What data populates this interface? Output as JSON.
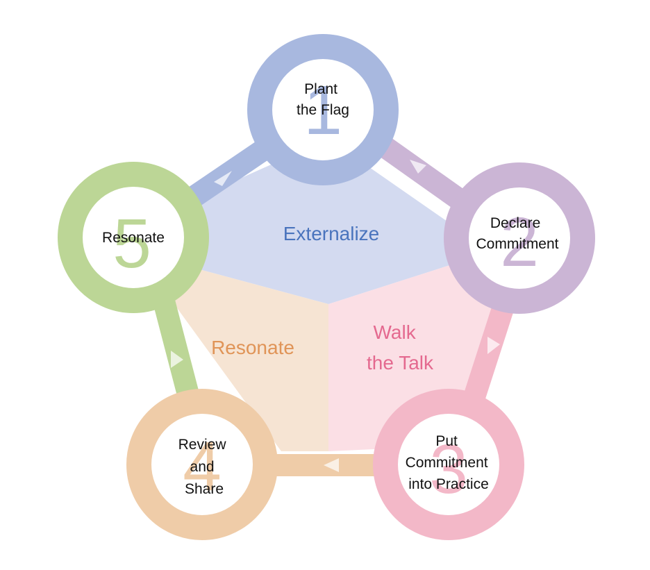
{
  "colors": {
    "blue": "#a8b8df",
    "purple": "#cbb5d5",
    "pink": "#f3b8c8",
    "orange": "#efcca8",
    "green": "#bcd696",
    "region_blue_fill": "#d3daf0",
    "region_pink_fill": "#fbdfe5",
    "region_orange_fill": "#f6e4d3",
    "text_blue": "#4a74bd",
    "text_pink": "#e4698f",
    "text_orange": "#e09457"
  },
  "steps": [
    {
      "number": "1",
      "lines": [
        "Plant",
        "the Flag"
      ],
      "color": "blue"
    },
    {
      "number": "2",
      "lines": [
        "Declare",
        "Commitment"
      ],
      "color": "purple"
    },
    {
      "number": "3",
      "lines": [
        "Put",
        "Commitment",
        "into Practice"
      ],
      "color": "pink"
    },
    {
      "number": "4",
      "lines": [
        "Review",
        "and",
        "Share"
      ],
      "color": "orange"
    },
    {
      "number": "5",
      "lines": [
        "Resonate"
      ],
      "color": "green"
    }
  ],
  "regions": {
    "externalize": {
      "lines": [
        "Externalize"
      ]
    },
    "walk": {
      "lines": [
        "Walk",
        "the Talk"
      ]
    },
    "resonate": {
      "lines": [
        "Resonate"
      ]
    }
  }
}
